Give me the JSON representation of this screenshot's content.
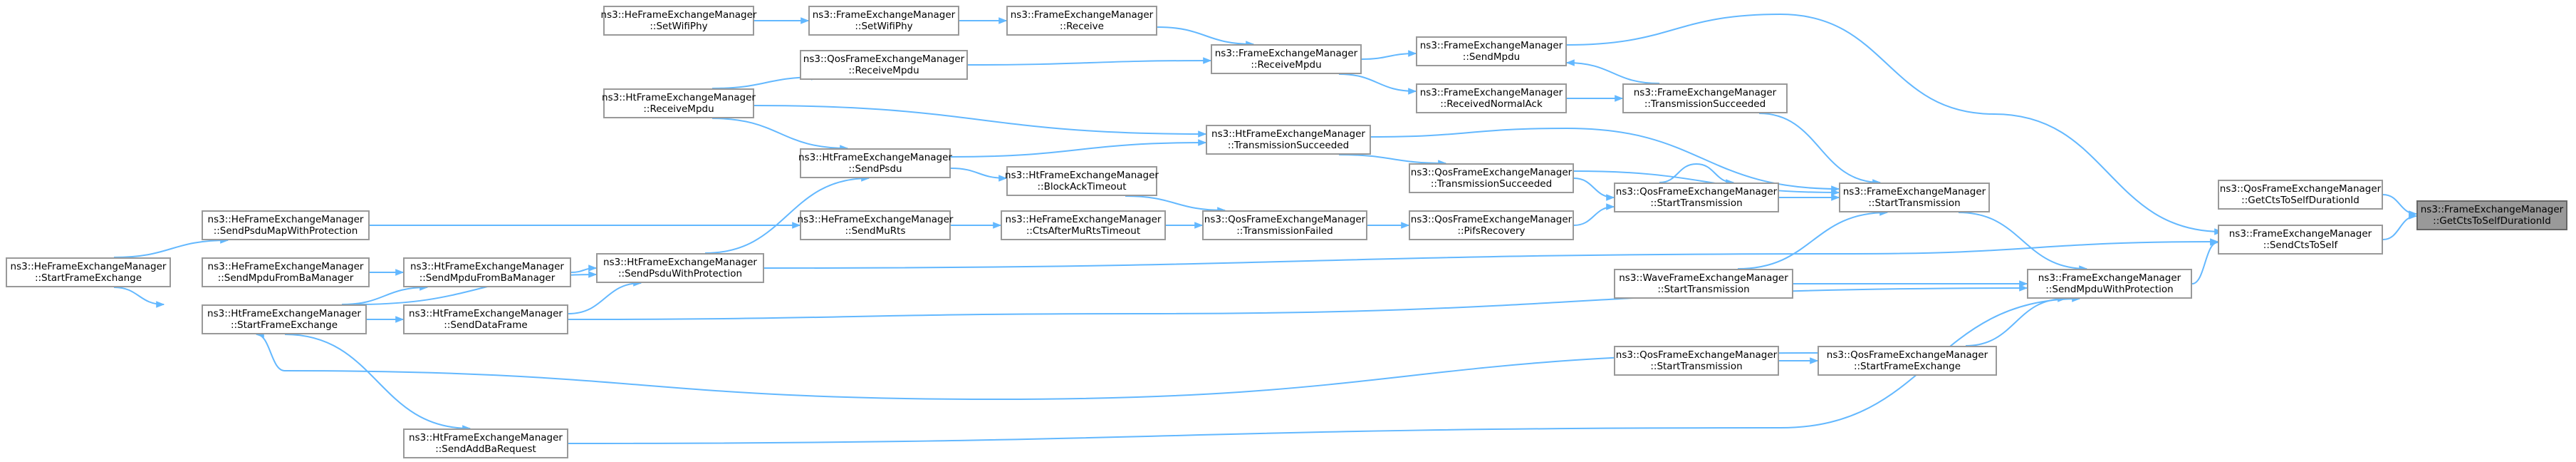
{
  "diagram": {
    "nodes": [
      {
        "id": "root",
        "class_name": "ns3::FrameExchangeManager",
        "method": "::GetCtsToSelfDurationId",
        "highlighted": true
      },
      {
        "id": "gctsq",
        "class_name": "ns3::QosFrameExchangeManager",
        "method": "::GetCtsToSelfDurationId"
      },
      {
        "id": "scts",
        "class_name": "ns3::FrameExchangeManager",
        "method": "::SendCtsToSelf"
      },
      {
        "id": "smpwp",
        "class_name": "ns3::FrameExchangeManager",
        "method": "::SendMpduWithProtection"
      },
      {
        "id": "fst",
        "class_name": "ns3::FrameExchangeManager",
        "method": "::StartTransmission"
      },
      {
        "id": "fsm",
        "class_name": "ns3::FrameExchangeManager",
        "method": "::SendMpdu"
      },
      {
        "id": "fts",
        "class_name": "ns3::FrameExchangeManager",
        "method": "::TransmissionSucceeded"
      },
      {
        "id": "frna",
        "class_name": "ns3::FrameExchangeManager",
        "method": "::ReceivedNormalAck"
      },
      {
        "id": "frm",
        "class_name": "ns3::FrameExchangeManager",
        "method": "::ReceiveMpdu"
      },
      {
        "id": "frec",
        "class_name": "ns3::FrameExchangeManager",
        "method": "::Receive"
      },
      {
        "id": "fswp",
        "class_name": "ns3::FrameExchangeManager",
        "method": "::SetWifiPhy"
      },
      {
        "id": "heswp",
        "class_name": "ns3::HeFrameExchangeManager",
        "method": "::SetWifiPhy"
      },
      {
        "id": "qrm",
        "class_name": "ns3::QosFrameExchangeManager",
        "method": "::ReceiveMpdu"
      },
      {
        "id": "htrm",
        "class_name": "ns3::HtFrameExchangeManager",
        "method": "::ReceiveMpdu"
      },
      {
        "id": "htts",
        "class_name": "ns3::HtFrameExchangeManager",
        "method": "::TransmissionSucceeded"
      },
      {
        "id": "htsp",
        "class_name": "ns3::HtFrameExchangeManager",
        "method": "::SendPsdu"
      },
      {
        "id": "htbat",
        "class_name": "ns3::HtFrameExchangeManager",
        "method": "::BlockAckTimeout"
      },
      {
        "id": "qts",
        "class_name": "ns3::QosFrameExchangeManager",
        "method": "::TransmissionSucceeded"
      },
      {
        "id": "qst",
        "class_name": "ns3::QosFrameExchangeManager",
        "method": "::StartTransmission"
      },
      {
        "id": "qpr",
        "class_name": "ns3::QosFrameExchangeManager",
        "method": "::PifsRecovery"
      },
      {
        "id": "qtf",
        "class_name": "ns3::QosFrameExchangeManager",
        "method": "::TransmissionFailed"
      },
      {
        "id": "heca",
        "class_name": "ns3::HeFrameExchangeManager",
        "method": "::CtsAfterMuRtsTimeout"
      },
      {
        "id": "hesmr",
        "class_name": "ns3::HeFrameExchangeManager",
        "method": "::SendMuRts"
      },
      {
        "id": "hespm",
        "class_name": "ns3::HeFrameExchangeManager",
        "method": "::SendPsduMapWithProtection"
      },
      {
        "id": "hesfe",
        "class_name": "ns3::HeFrameExchangeManager",
        "method": "::StartFrameExchange"
      },
      {
        "id": "hesmba",
        "class_name": "ns3::HeFrameExchangeManager",
        "method": "::SendMpduFromBaManager"
      },
      {
        "id": "htsmba",
        "class_name": "ns3::HtFrameExchangeManager",
        "method": "::SendMpduFromBaManager"
      },
      {
        "id": "htspwp",
        "class_name": "ns3::HtFrameExchangeManager",
        "method": "::SendPsduWithProtection"
      },
      {
        "id": "htsfe",
        "class_name": "ns3::HtFrameExchangeManager",
        "method": "::StartFrameExchange"
      },
      {
        "id": "htsdf",
        "class_name": "ns3::HtFrameExchangeManager",
        "method": "::SendDataFrame"
      },
      {
        "id": "htsaba",
        "class_name": "ns3::HtFrameExchangeManager",
        "method": "::SendAddBaRequest"
      },
      {
        "id": "wst",
        "class_name": "ns3::WaveFrameExchangeManager",
        "method": "::StartTransmission"
      },
      {
        "id": "qst2",
        "class_name": "ns3::QosFrameExchangeManager",
        "method": "::StartTransmission"
      },
      {
        "id": "qsfe",
        "class_name": "ns3::QosFrameExchangeManager",
        "method": "::StartFrameExchange"
      }
    ],
    "edges": [
      [
        "gctsq",
        "root"
      ],
      [
        "scts",
        "root"
      ],
      [
        "smpwp",
        "scts"
      ],
      [
        "htspwp",
        "scts"
      ],
      [
        "fsm",
        "scts"
      ],
      [
        "fst",
        "smpwp"
      ],
      [
        "wst",
        "smpwp"
      ],
      [
        "qsfe",
        "smpwp"
      ],
      [
        "htsdf",
        "smpwp"
      ],
      [
        "htsaba",
        "smpwp"
      ],
      [
        "fts",
        "fst"
      ],
      [
        "htts",
        "fst"
      ],
      [
        "qts",
        "fst"
      ],
      [
        "qst",
        "fst"
      ],
      [
        "wst",
        "fst"
      ],
      [
        "fts",
        "fsm"
      ],
      [
        "frm",
        "fsm"
      ],
      [
        "frna",
        "fts"
      ],
      [
        "frm",
        "frna"
      ],
      [
        "frec",
        "frm"
      ],
      [
        "fswp",
        "frec"
      ],
      [
        "heswp",
        "fswp"
      ],
      [
        "qrm",
        "frm"
      ],
      [
        "htrm",
        "qrm"
      ],
      [
        "htrm",
        "htsp"
      ],
      [
        "htrm",
        "htts"
      ],
      [
        "htsp",
        "htts"
      ],
      [
        "htts",
        "qts"
      ],
      [
        "qts",
        "qst"
      ],
      [
        "qst",
        "qst"
      ],
      [
        "qpr",
        "qst"
      ],
      [
        "qtf",
        "qpr"
      ],
      [
        "htbat",
        "qtf"
      ],
      [
        "heca",
        "qtf"
      ],
      [
        "htsp",
        "htbat"
      ],
      [
        "hesmr",
        "heca"
      ],
      [
        "hespm",
        "hesmr"
      ],
      [
        "htspwp",
        "htsp"
      ],
      [
        "hesfe",
        "hespm"
      ],
      [
        "htsmba",
        "htspwp"
      ],
      [
        "htsfe",
        "htspwp"
      ],
      [
        "htsdf",
        "htspwp"
      ],
      [
        "hesmba",
        "htsmba"
      ],
      [
        "htsfe",
        "htsmba"
      ],
      [
        "hesfe",
        "htsfe"
      ],
      [
        "qsfe",
        "htsfe"
      ],
      [
        "htsfe",
        "htsaba"
      ],
      [
        "htsfe",
        "htsdf"
      ],
      [
        "qst2",
        "qsfe"
      ]
    ]
  }
}
